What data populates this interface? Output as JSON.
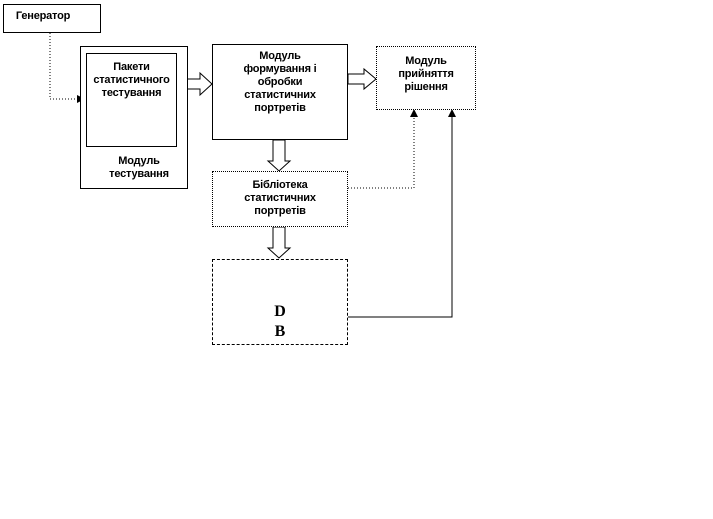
{
  "generator": {
    "label": "Генератор"
  },
  "test_packages": {
    "lines": [
      "Пакети",
      "статистичного",
      "тестування"
    ]
  },
  "testing_module": {
    "lines": [
      "Модуль",
      "тестування"
    ]
  },
  "formation_module": {
    "lines": [
      "Модуль",
      "формування  і",
      "обробки",
      "статистичних",
      "портретів"
    ]
  },
  "decision_module": {
    "lines": [
      "Модуль",
      "прийняття",
      "рішення"
    ]
  },
  "library": {
    "lines": [
      "Бібліотека",
      "статистичних",
      "портретів"
    ]
  },
  "database": {
    "lines": [
      "D",
      "B"
    ]
  },
  "colors": {
    "stroke": "#000000",
    "background": "#ffffff"
  }
}
